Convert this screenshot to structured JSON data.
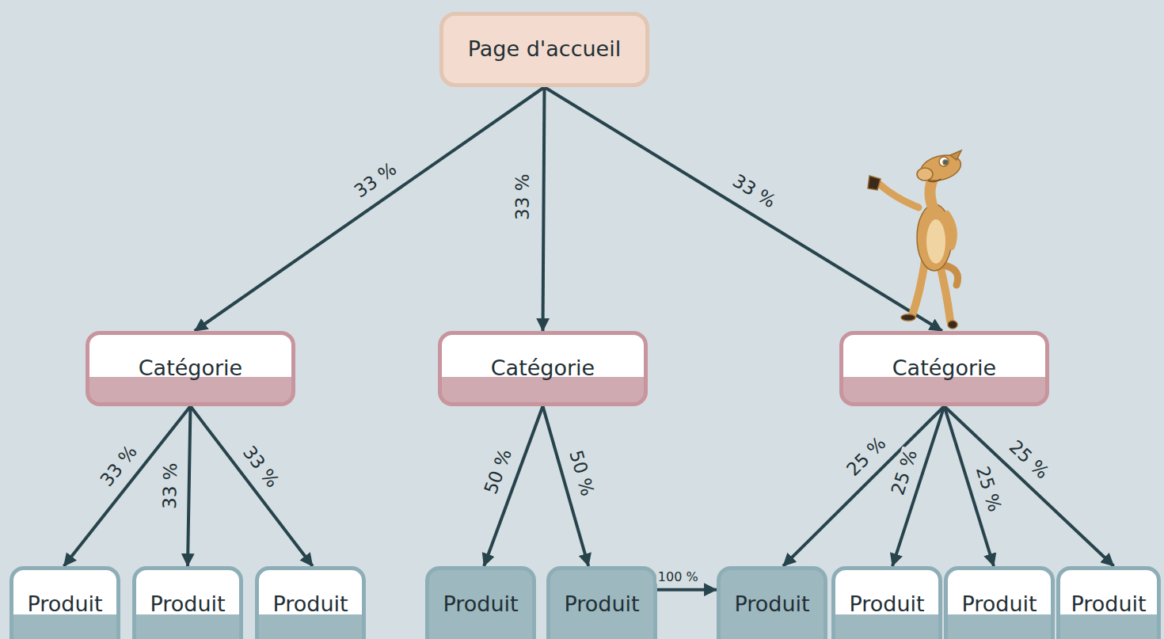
{
  "diagram": {
    "nodes": [
      {
        "text": [
          "Page d'accueil"
        ]
      },
      {
        "text": [
          "Catégorie"
        ]
      },
      {
        "text": [
          "Catégorie"
        ]
      },
      {
        "text": [
          "Catégorie"
        ]
      },
      {
        "text": [
          "Produit"
        ]
      },
      {
        "text": [
          "Produit"
        ]
      },
      {
        "text": [
          "Produit"
        ]
      },
      {
        "text": [
          "Produit"
        ]
      },
      {
        "text": [
          "Produit"
        ]
      },
      {
        "text": [
          "Produit"
        ]
      },
      {
        "text": [
          "Produit"
        ]
      },
      {
        "text": [
          "Produit"
        ]
      },
      {
        "text": [
          "Produit"
        ]
      }
    ],
    "edges": [
      {
        "from": 0,
        "to": 1,
        "label": "33 %",
        "arrow": "to"
      },
      {
        "from": 0,
        "to": 2,
        "label": "33 %",
        "arrow": "to"
      },
      {
        "from": 0,
        "to": 3,
        "label": "33 %",
        "arrow": "to"
      },
      {
        "from": 1,
        "to": 4,
        "label": "33 %",
        "arrow": "to"
      },
      {
        "from": 1,
        "to": 5,
        "label": "33 %",
        "arrow": "to"
      },
      {
        "from": 1,
        "to": 6,
        "label": "33 %",
        "arrow": "to"
      },
      {
        "from": 2,
        "to": 7,
        "label": "50 %",
        "arrow": "to"
      },
      {
        "from": 2,
        "to": 8,
        "label": "50 %",
        "arrow": "to"
      },
      {
        "from": 8,
        "to": 9,
        "label": "100 %",
        "arrow": "to"
      },
      {
        "from": 3,
        "to": 9,
        "label": "25 %",
        "arrow": "to"
      },
      {
        "from": 3,
        "to": 10,
        "label": "25 %",
        "arrow": "to"
      },
      {
        "from": 3,
        "to": 11,
        "label": "25 %",
        "arrow": "to"
      },
      {
        "from": 3,
        "to": 12,
        "label": "25 %",
        "arrow": "to"
      }
    ]
  }
}
